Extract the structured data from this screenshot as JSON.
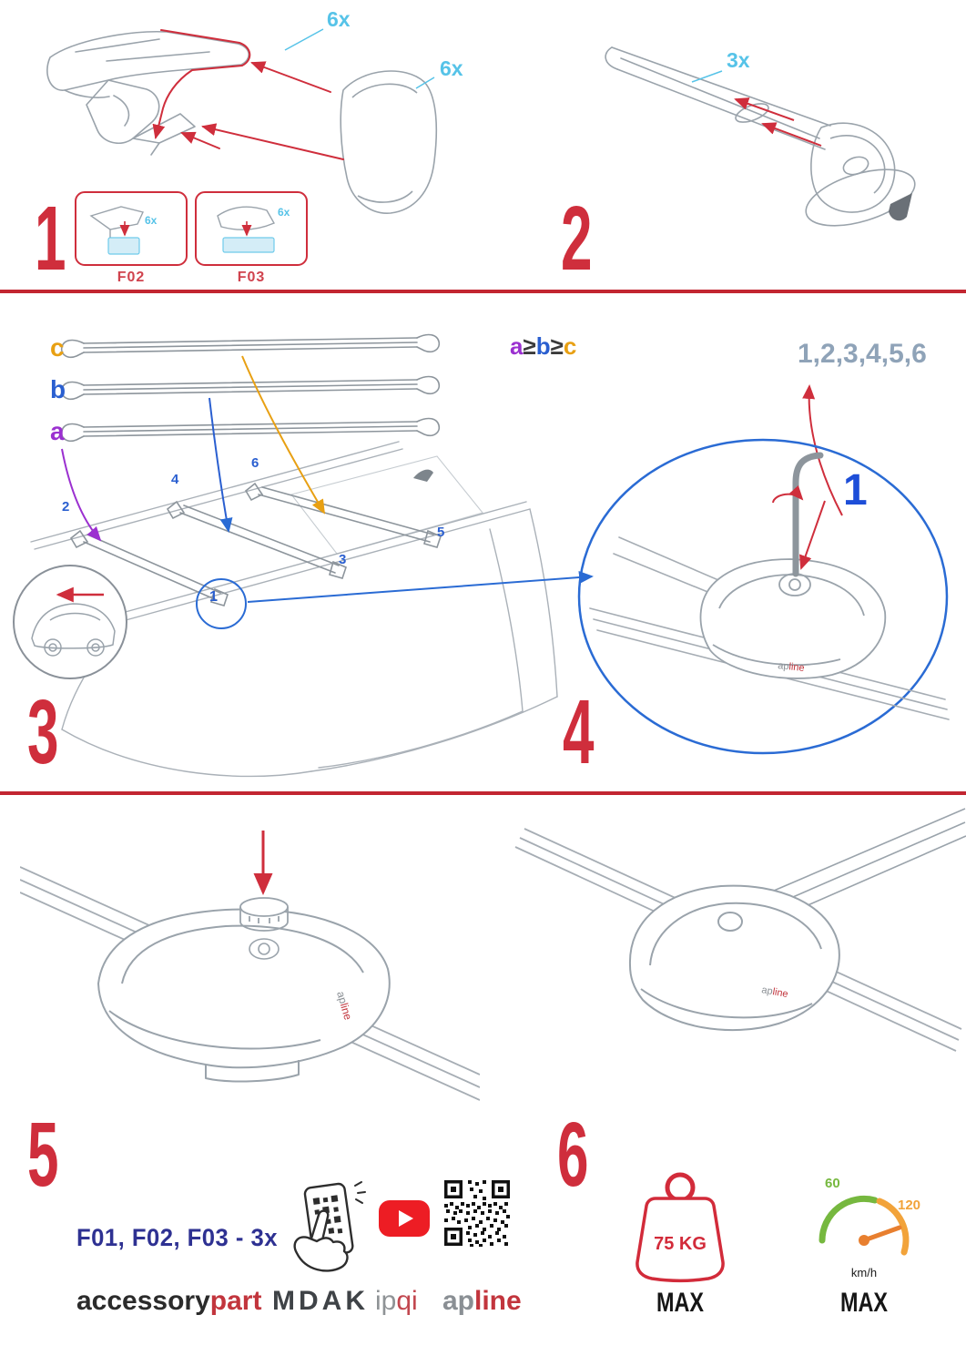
{
  "colors": {
    "red": "#cf2e3c",
    "cyan": "#56c3e8",
    "blue": "#2a5fd0",
    "purple": "#9b30d0",
    "orange": "#e8a013",
    "navy": "#2e3192",
    "steel": "#8fa3b8"
  },
  "steps": {
    "s1": {
      "number": "1",
      "qty_cover_top": "6x",
      "qty_cover_right": "6x",
      "box1": {
        "code": "F02",
        "qty": "6x"
      },
      "box2": {
        "code": "F03",
        "qty": "6x"
      }
    },
    "s2": {
      "number": "2",
      "qty": "3x"
    },
    "s3": {
      "number": "3",
      "bar_c": "c",
      "bar_b": "b",
      "bar_a": "a",
      "order_a": "a",
      "order_ge1": "≥",
      "order_b": "b",
      "order_ge2": "≥",
      "order_c": "c",
      "positions": [
        "1",
        "2",
        "3",
        "4",
        "5",
        "6"
      ]
    },
    "s4": {
      "number": "4",
      "sequence": "1,2,3,4,5,6",
      "first": "1"
    },
    "s5": {
      "number": "5"
    },
    "s6": {
      "number": "6"
    }
  },
  "brand": {
    "accessory": "accessory",
    "part": "part",
    "mdak": "MDAK",
    "ip": "ip",
    "qi": "qi",
    "ap": "ap",
    "line": "line"
  },
  "footer": {
    "parts_note": "F01, F02, F03 - 3x",
    "weight_value": "75 KG",
    "weight_max": "MAX",
    "speed_green": "60",
    "speed_orange": "120",
    "speed_unit": "km/h",
    "speed_max": "MAX"
  }
}
